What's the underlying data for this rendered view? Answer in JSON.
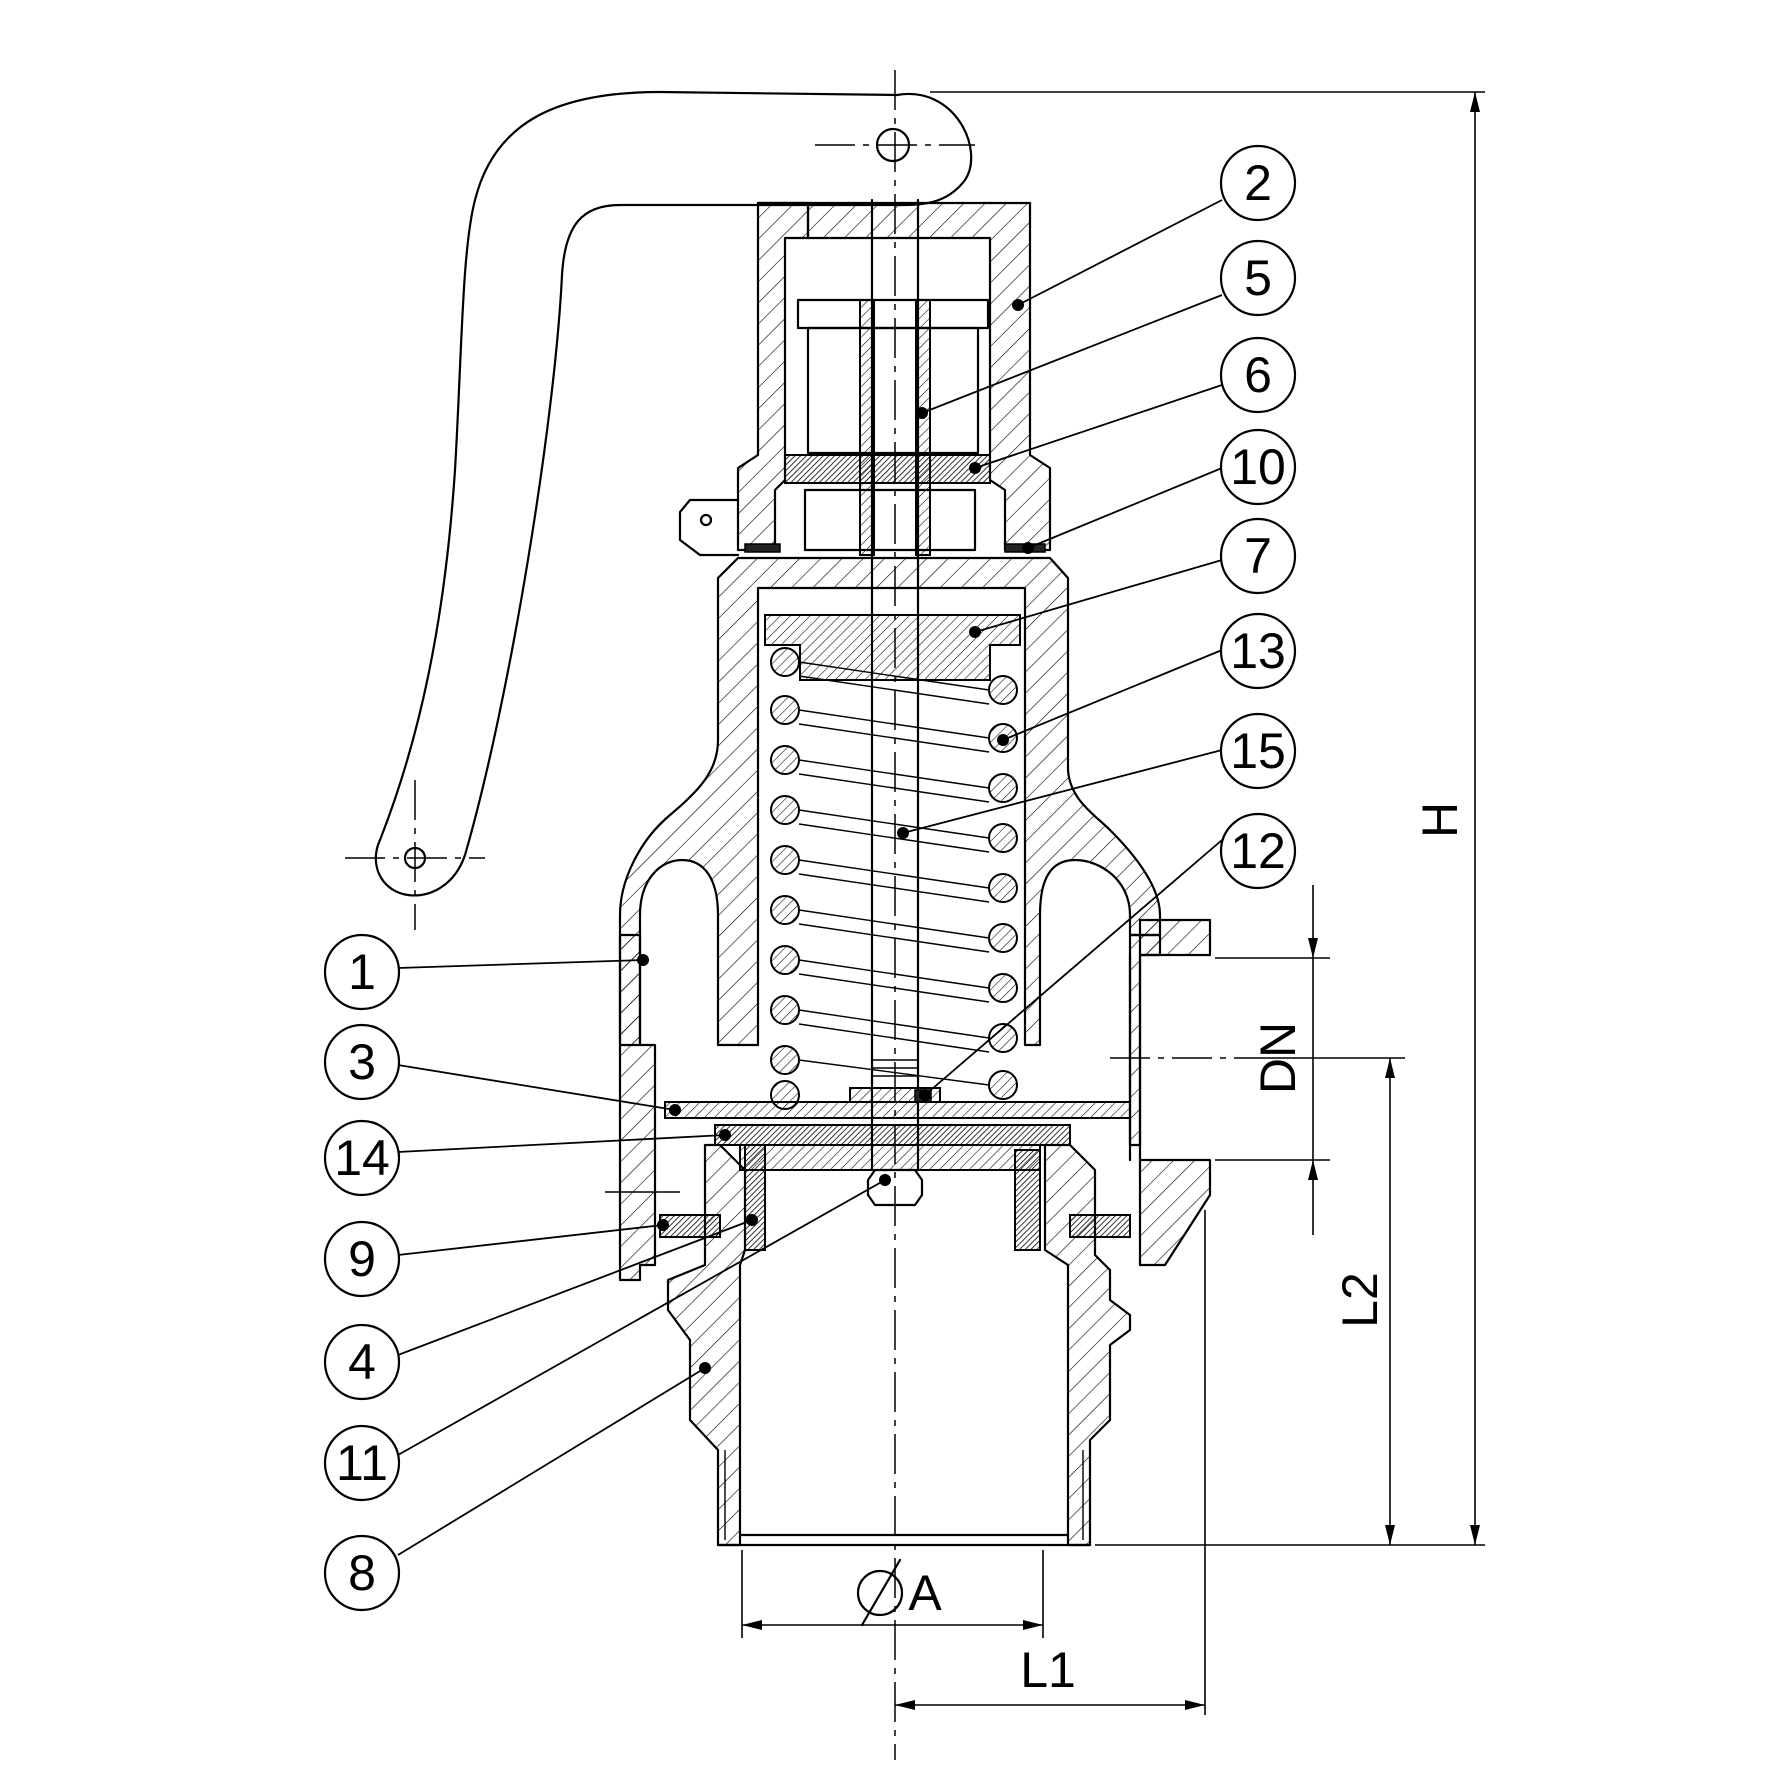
{
  "callouts": [
    {
      "id": "2",
      "label": "2"
    },
    {
      "id": "5",
      "label": "5"
    },
    {
      "id": "6",
      "label": "6"
    },
    {
      "id": "10",
      "label": "10"
    },
    {
      "id": "7",
      "label": "7"
    },
    {
      "id": "13",
      "label": "13"
    },
    {
      "id": "15",
      "label": "15"
    },
    {
      "id": "12",
      "label": "12"
    },
    {
      "id": "1",
      "label": "1"
    },
    {
      "id": "3",
      "label": "3"
    },
    {
      "id": "14",
      "label": "14"
    },
    {
      "id": "9",
      "label": "9"
    },
    {
      "id": "4",
      "label": "4"
    },
    {
      "id": "11",
      "label": "11"
    },
    {
      "id": "8",
      "label": "8"
    }
  ],
  "dimensions": {
    "height": "H",
    "l2": "L2",
    "dn": "DN",
    "diameter": "A",
    "l1": "L1"
  }
}
